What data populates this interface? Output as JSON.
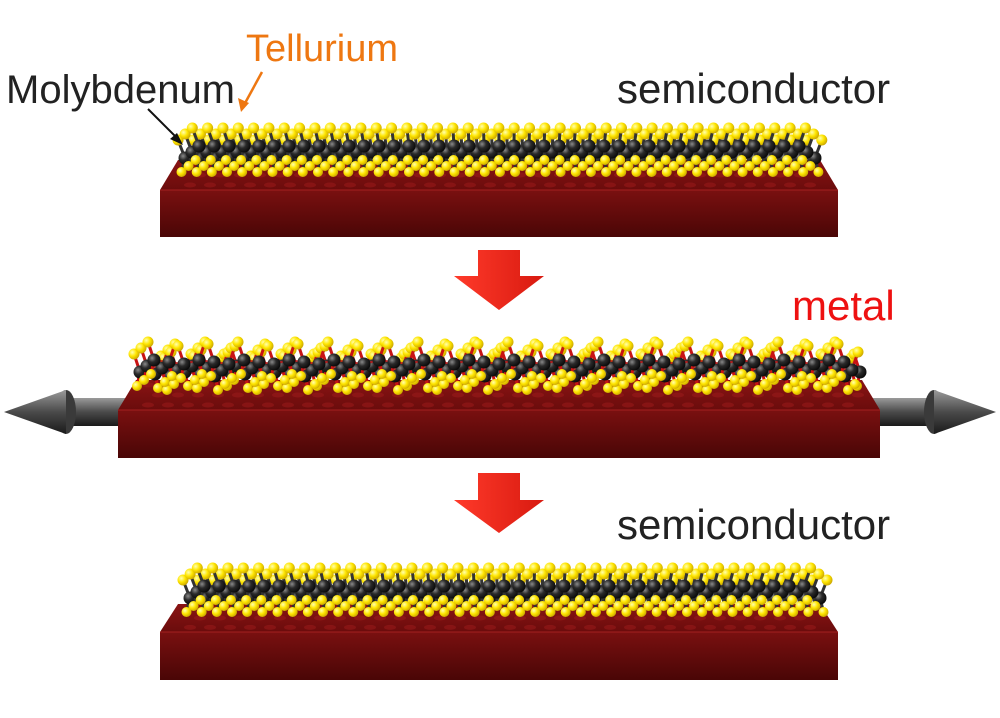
{
  "labels": {
    "molybdenum": "Molybdenum",
    "tellurium": "Tellurium",
    "semiconductor_top": "semiconductor",
    "metal": "metal",
    "semiconductor_bottom": "semiconductor"
  },
  "colors": {
    "label_default": "#222222",
    "tellurium": "#ee7711",
    "metal": "#ee1111",
    "substrate": "#7a1010",
    "substrate_dark": "#4a0606",
    "te_atom": "#ffe600",
    "mo_atom": "#1e1e1e",
    "bond_semiconductor": "#333333",
    "bond_metal": "#c81414",
    "arrow_down": "#ee2b20",
    "strain_arrow": "#555555"
  },
  "panels": [
    {
      "state": "semiconductor"
    },
    {
      "state": "metal"
    },
    {
      "state": "semiconductor"
    }
  ]
}
